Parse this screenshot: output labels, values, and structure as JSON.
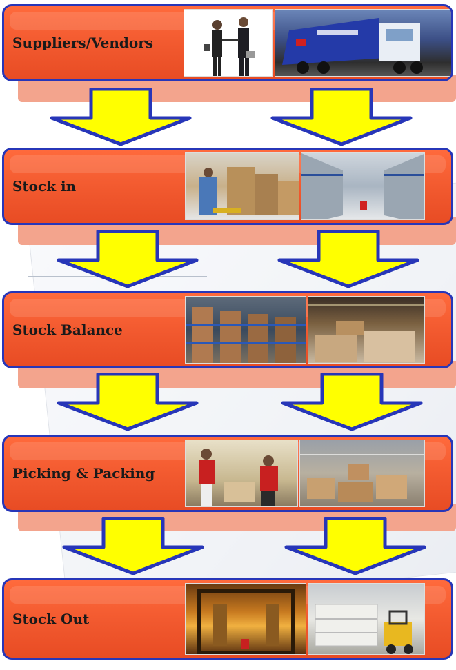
{
  "stages": [
    {
      "label": "Suppliers/Vendors",
      "photos": [
        "handshake-photo",
        "delivery-truck-photo"
      ]
    },
    {
      "label": "Stock in",
      "photos": [
        "pallet-jack-photo",
        "warehouse-aisle-photo"
      ]
    },
    {
      "label": "Stock Balance",
      "photos": [
        "racking-photo",
        "stacked-goods-photo"
      ]
    },
    {
      "label": "Picking & Packing",
      "photos": [
        "packing-workers-photo",
        "boxes-floor-photo"
      ]
    },
    {
      "label": "Stock Out",
      "photos": [
        "loading-dock-photo",
        "forklift-photo"
      ]
    }
  ],
  "colors": {
    "stage_fill": "#f0572d",
    "stage_border": "#2736b8",
    "arrow_fill": "#ffff00",
    "arrow_border": "#2736b8"
  }
}
